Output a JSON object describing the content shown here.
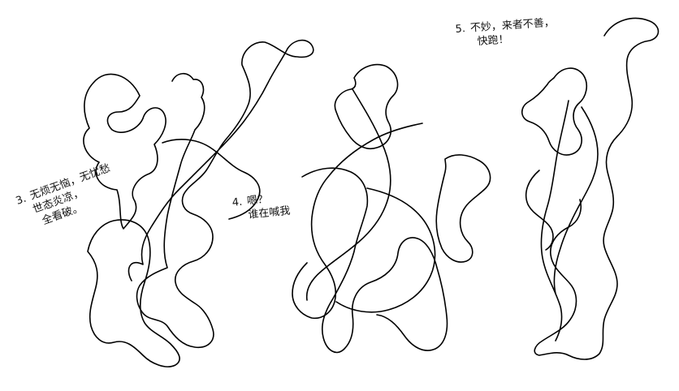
{
  "panels": [
    {
      "number": "3.",
      "lines": [
        "无烦无恼，无忧愁",
        "世态炎凉，",
        "全看破。"
      ]
    },
    {
      "number": "4.",
      "lines": [
        "嗯？",
        "谁在喊我"
      ]
    },
    {
      "number": "5.",
      "lines": [
        "不妙，来者不善，",
        "快跑！"
      ]
    }
  ],
  "colors": {
    "ink": "#000000",
    "paper": "#ffffff"
  }
}
